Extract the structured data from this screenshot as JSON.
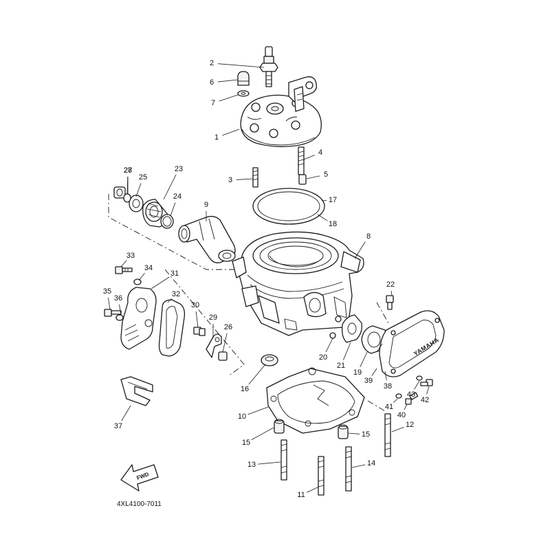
{
  "diagram": {
    "part_code": "4XL4100-7011",
    "fwd_label": "FWD",
    "brand_text": "YAMAHA",
    "callouts": [
      "1",
      "2",
      "3",
      "4",
      "5",
      "6",
      "7",
      "8",
      "9",
      "10",
      "11",
      "12",
      "13",
      "14",
      "15",
      "15",
      "16",
      "17",
      "18",
      "19",
      "20",
      "21",
      "22",
      "23",
      "24",
      "25",
      "26",
      "27",
      "28",
      "29",
      "30",
      "31",
      "32",
      "33",
      "34",
      "35",
      "36",
      "37",
      "38",
      "39",
      "40",
      "41",
      "42",
      "43"
    ]
  }
}
